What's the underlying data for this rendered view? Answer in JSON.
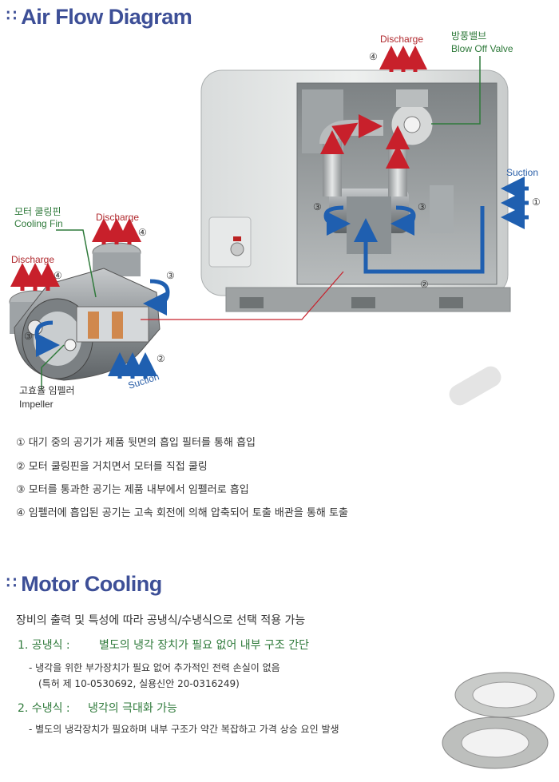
{
  "air_flow": {
    "title": "Air Flow Diagram",
    "labels": {
      "discharge_top": "Discharge",
      "discharge_top_num": "④",
      "blow_off_kr": "방풍밸브",
      "blow_off_en": "Blow Off Valve",
      "suction_right": "Suction",
      "suction_right_num": "①",
      "cabinet_num_2": "②",
      "cabinet_num_3_left": "③",
      "cabinet_num_3_right": "③",
      "cooling_fin_kr": "모터 쿨링핀",
      "cooling_fin_en": "Cooling Fin",
      "discharge_mid": "Discharge",
      "discharge_mid_num": "④",
      "discharge_left": "Discharge",
      "discharge_left_num": "④",
      "motor_num_3_right": "③",
      "motor_num_3_left": "③",
      "motor_num_2": "②",
      "suction_motor": "Suction",
      "impeller_kr": "고효율 임펠러",
      "impeller_en": "Impeller"
    },
    "steps": [
      "① 대기 중의 공기가 제품 뒷면의 흡입 필터를 통해 흡입",
      "② 모터 쿨링핀을 거치면서 모터를 직접 쿨링",
      "③ 모터를 통과한 공기는 제품 내부에서 임펠러로 흡입",
      "④ 임펠러에 흡입된 공기는 고속 회전에 의해 압축되어 토출 배관을 통해 토출"
    ]
  },
  "motor_cooling": {
    "title": "Motor Cooling",
    "intro": "장비의 출력 및 특성에 따라 공냉식/수냉식으로 선택 적용 가능",
    "item1_head": "1. 공냉식 :",
    "item1_desc": "별도의 냉각 장치가 필요 없어 내부 구조 간단",
    "item1_sub1": "- 냉각을 위한 부가장치가 필요 없어 추가적인 전력 손실이 없음",
    "item1_sub2": "(특허 제 10-0530692, 실용신안 20-0316249)",
    "item2_head": "2. 수냉식 :",
    "item2_desc": "냉각의 극대화 가능",
    "item2_sub1": "- 별도의 냉각장치가 필요하며 내부 구조가 약간 복잡하고 가격 상승 요인 발생"
  },
  "colors": {
    "title_blue": "#3d4f97",
    "arrow_red": "#c8202b",
    "arrow_blue": "#1f5fb0",
    "green": "#2f7a3b"
  }
}
